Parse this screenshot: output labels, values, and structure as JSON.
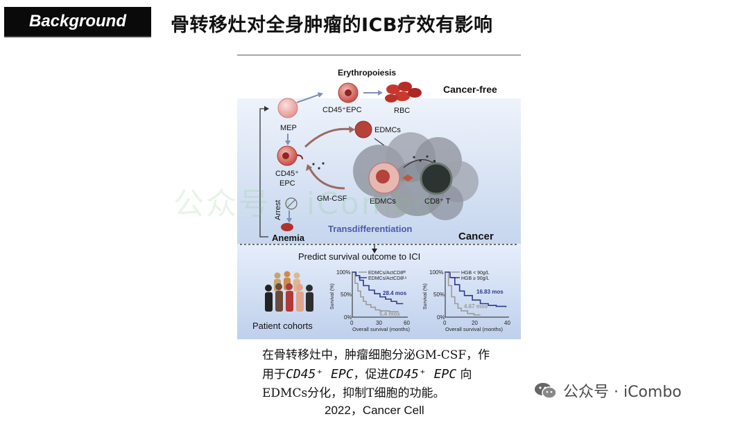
{
  "header": {
    "tag": "Background",
    "title": "骨转移灶对全身肿瘤的ICB疗效有影响"
  },
  "figure": {
    "erythropoiesis": "Erythropoiesis",
    "cancer_free": "Cancer-free",
    "cancer": "Cancer",
    "cd45_epc_top": "CD45⁺EPC",
    "rbc": "RBC",
    "mep": "MEP",
    "edmcs_top": "EDMCs",
    "cd45_label": "CD45⁺",
    "epc_label": "EPC",
    "gm_csf": "GM-CSF",
    "edmcs_bottom": "EDMCs",
    "cd8_t": "CD8⁺ T",
    "arrest": "Arrest",
    "anemia": "Anemia",
    "transdifferentiation": "Transdifferentiation",
    "predict": "Predict survival outcome to ICI",
    "patient_cohorts": "Patient cohorts"
  },
  "caption": {
    "line1": "在骨转移灶中，肿瘤细胞分泌GM-CSF，作",
    "line2a": "用于",
    "line2b": "CD45⁺ EPC",
    "line2c": "，促进",
    "line2d": "CD45⁺ EPC",
    "line2e": " 向",
    "line3": "EDMCs分化，抑制T细胞的功能。",
    "citation": "2022，Cancer Cell"
  },
  "watermark": {
    "text": "公众号 · iCombo",
    "faint": "公众号 · iCombo"
  },
  "chart_data": [
    {
      "type": "line",
      "title": "",
      "xlabel": "Overall survival (months)",
      "ylabel": "Survival (%)",
      "xlim": [
        0,
        60
      ],
      "ylim": [
        0,
        100
      ],
      "xticks": [
        "0",
        "30",
        "60"
      ],
      "yticks": [
        "0%",
        "50%",
        "100%"
      ],
      "legend": "top-right",
      "series": [
        {
          "name": "EDMCs/ActCD8ᴴⁱ",
          "color": "#9a9a9a",
          "x": [
            0,
            3,
            6,
            9,
            12,
            15,
            20,
            25,
            30,
            40,
            50
          ],
          "y": [
            100,
            75,
            58,
            45,
            35,
            28,
            22,
            16,
            14,
            12,
            12
          ]
        },
        {
          "name": "EDMCs/ActCD8ᴸᵒ",
          "color": "#2b3a8c",
          "x": [
            0,
            4,
            8,
            12,
            18,
            24,
            30,
            36,
            42,
            48,
            55
          ],
          "y": [
            100,
            92,
            82,
            70,
            60,
            52,
            45,
            40,
            35,
            30,
            30
          ]
        }
      ],
      "annotations": [
        "28.4 mos",
        "5.4 mos"
      ]
    },
    {
      "type": "line",
      "title": "",
      "xlabel": "Overall survival (months)",
      "ylabel": "Survival (%)",
      "xlim": [
        0,
        40
      ],
      "ylim": [
        0,
        100
      ],
      "xticks": [
        "0",
        "20",
        "40"
      ],
      "yticks": [
        "0%",
        "50%",
        "100%"
      ],
      "legend": "top-right",
      "series": [
        {
          "name": "HGB < 90g/L",
          "color": "#9a9a9a",
          "x": [
            0,
            2,
            4,
            6,
            8,
            10,
            14,
            18,
            22
          ],
          "y": [
            100,
            70,
            45,
            30,
            20,
            14,
            8,
            5,
            5
          ]
        },
        {
          "name": "HGB ≥ 90g/L",
          "color": "#2b3a8c",
          "x": [
            0,
            3,
            6,
            9,
            12,
            17,
            22,
            27,
            32,
            38
          ],
          "y": [
            100,
            88,
            72,
            58,
            48,
            38,
            30,
            26,
            24,
            22
          ]
        }
      ],
      "annotations": [
        "16.83 mos",
        "4.67 mos"
      ]
    }
  ]
}
